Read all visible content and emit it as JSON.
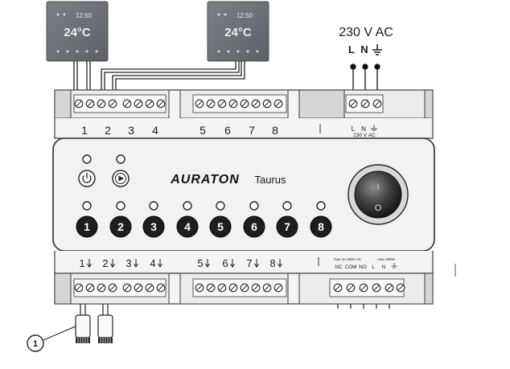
{
  "thermostats": [
    {
      "time": "12:50",
      "temp": "24°C"
    },
    {
      "time": "12:50",
      "temp": "24°C"
    }
  ],
  "power": {
    "voltage": "230 V AC",
    "L": "L",
    "N": "N"
  },
  "top_terminal_labels": [
    "1",
    "2",
    "3",
    "4",
    "5",
    "6",
    "7",
    "8"
  ],
  "top_power_labels": {
    "L": "L",
    "N": "N",
    "rating": "230 V AC"
  },
  "brand": "AURATON",
  "model": "Taurus",
  "zone_buttons": [
    "1",
    "2",
    "3",
    "4",
    "5",
    "6",
    "7",
    "8"
  ],
  "power_switch": {
    "on": "I",
    "off": "O"
  },
  "bottom_terminal_labels": [
    "1",
    "2",
    "3",
    "4",
    "5",
    "6",
    "7",
    "8"
  ],
  "bottom_power_labels": {
    "relay_rating": "max 2A 230V AC",
    "output_rating": "max 200W",
    "nc": "NC",
    "com": "COM",
    "no": "NO",
    "L": "L",
    "N": "N"
  },
  "callout": "1",
  "colors": {
    "housing": "#f0f0f0",
    "outline": "#3a3a3a",
    "button": "#1e1e1e",
    "thermostat": "#6d7378"
  }
}
